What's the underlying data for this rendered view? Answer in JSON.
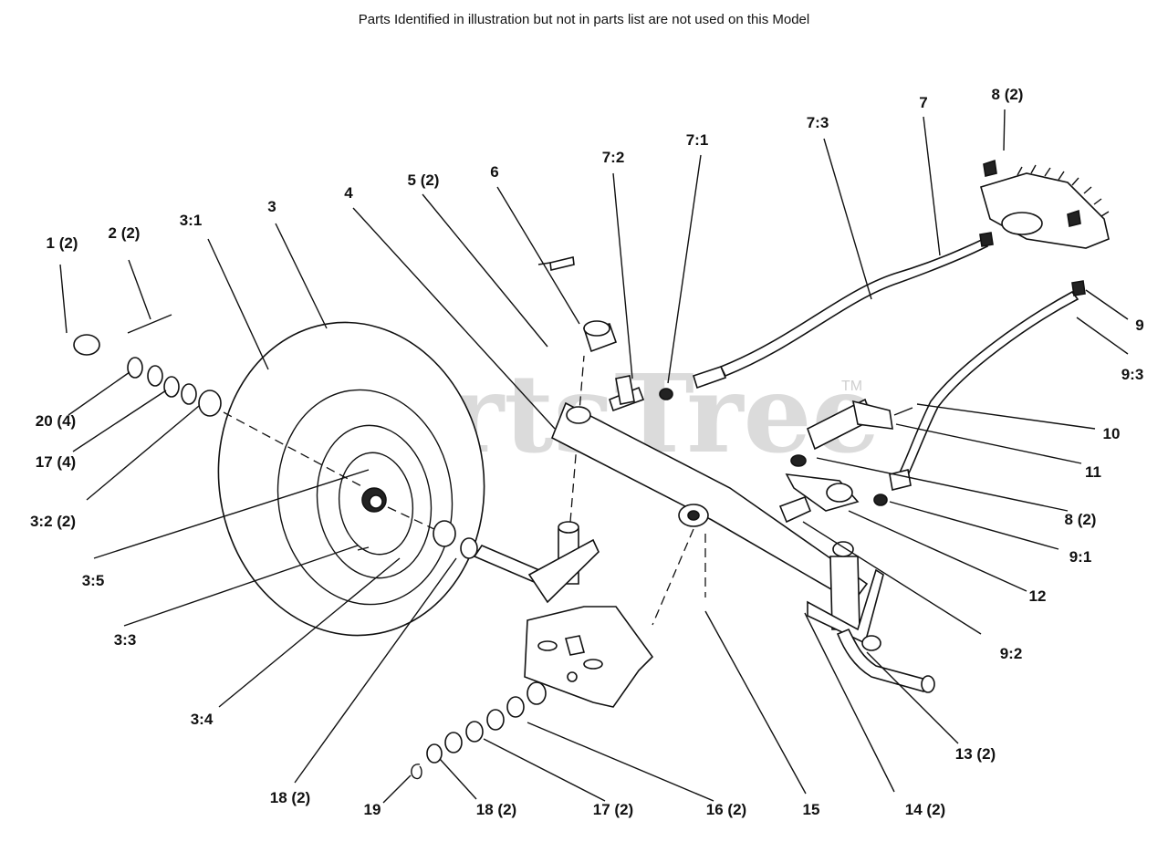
{
  "header": "Parts Identified  in illustration but not in parts list are not used on this Model",
  "watermark": {
    "text": "PartsTree",
    "mark": "TM"
  },
  "labels": [
    "1 (2)",
    "2 (2)",
    "3:1",
    "3",
    "4",
    "5 (2)",
    "6",
    "7:2",
    "7:1",
    "7:3",
    "7",
    "8 (2)",
    "9",
    "9:3",
    "10",
    "11",
    "8 (2)",
    "9:1",
    "12",
    "9:2",
    "20 (4)",
    "17 (4)",
    "3:2 (2)",
    "3:5",
    "3:3",
    "3:4",
    "18 (2)",
    "19",
    "18 (2)",
    "17 (2)",
    "16 (2)",
    "15",
    "14 (2)",
    "13 (2)"
  ]
}
